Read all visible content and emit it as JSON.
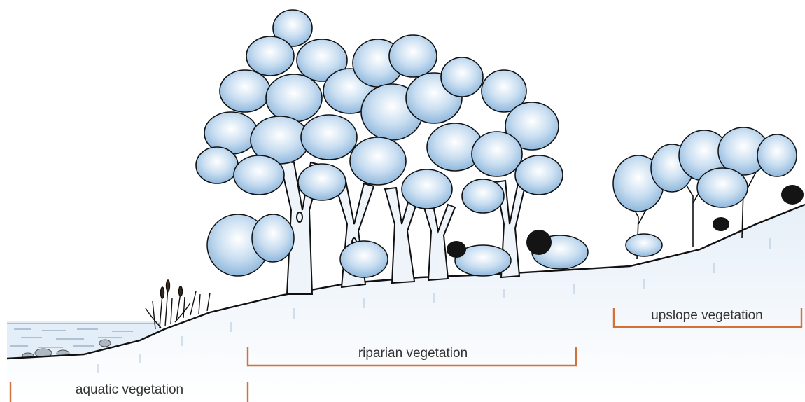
{
  "diagram": {
    "zones": {
      "aquatic": {
        "label": "aquatic vegetation"
      },
      "riparian": {
        "label": "riparian vegetation"
      },
      "upslope": {
        "label": "upslope vegetation"
      }
    },
    "colors": {
      "bracket": "#d4703a",
      "foliage": "#bcd6ec",
      "foliage_shadow": "#8fb7dc",
      "ink": "#111111",
      "water": "#d9e8f4",
      "ground": "#dde9f4",
      "label_text": "#333333"
    }
  }
}
